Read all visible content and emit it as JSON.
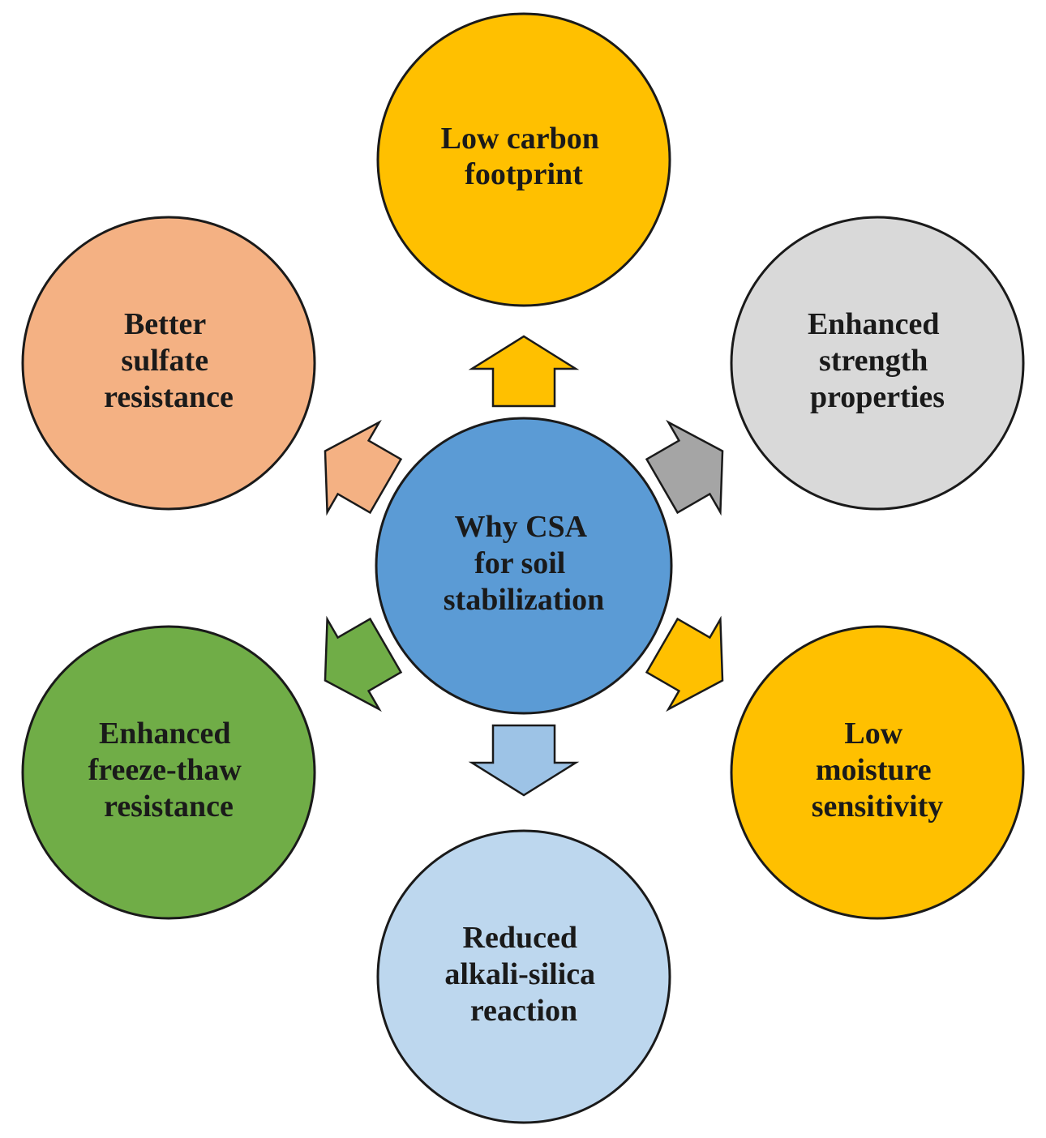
{
  "diagram": {
    "center": {
      "lines": [
        "Why CSA",
        "for soil",
        "stabilization"
      ],
      "fill": "#5b9bd5"
    },
    "nodes": [
      {
        "id": "low-carbon-footprint",
        "lines": [
          "Low carbon",
          "footprint"
        ],
        "fill": "#ffc000",
        "arrow_fill": "#ffc000"
      },
      {
        "id": "enhanced-strength-properties",
        "lines": [
          "Enhanced",
          "strength",
          "properties"
        ],
        "fill": "#d9d9d9",
        "arrow_fill": "#a5a5a5"
      },
      {
        "id": "low-moisture-sensitivity",
        "lines": [
          "Low",
          "moisture",
          "sensitivity"
        ],
        "fill": "#ffc000",
        "arrow_fill": "#ffc000"
      },
      {
        "id": "reduced-alkali-silica-reaction",
        "lines": [
          "Reduced",
          "alkali-silica",
          "reaction"
        ],
        "fill": "#bdd7ee",
        "arrow_fill": "#9dc3e6"
      },
      {
        "id": "enhanced-freeze-thaw-resistance",
        "lines": [
          "Enhanced",
          "freeze-thaw",
          "resistance"
        ],
        "fill": "#70ad47",
        "arrow_fill": "#70ad47"
      },
      {
        "id": "better-sulfate-resistance",
        "lines": [
          "Better",
          "sulfate",
          "resistance"
        ],
        "fill": "#f4b183",
        "arrow_fill": "#f4b183"
      }
    ]
  }
}
